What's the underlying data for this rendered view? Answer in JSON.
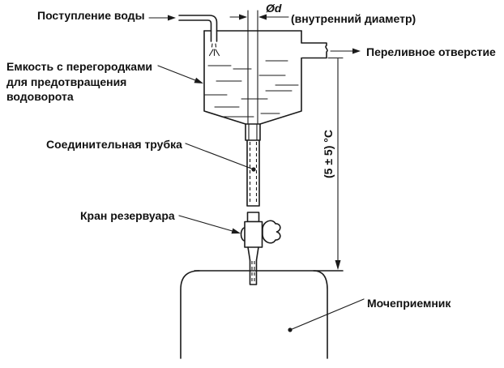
{
  "diagram": {
    "labels": {
      "water_inlet": "Поступление воды",
      "diameter_symbol": "Ød",
      "diameter_note": "(внутренний диаметр)",
      "overflow": "Переливное отверстие",
      "tank_line1": "Емкость с перегородками",
      "tank_line2": "для предотвращения",
      "tank_line3": "водоворота",
      "connecting_tube": "Соединительная трубка",
      "reservoir_tap": "Кран резервуара",
      "urinal_receiver": "Мочеприемник",
      "height_dimension": "(5 ± 5) °С"
    },
    "colors": {
      "line": "#1a1a1a",
      "background": "#ffffff"
    }
  }
}
